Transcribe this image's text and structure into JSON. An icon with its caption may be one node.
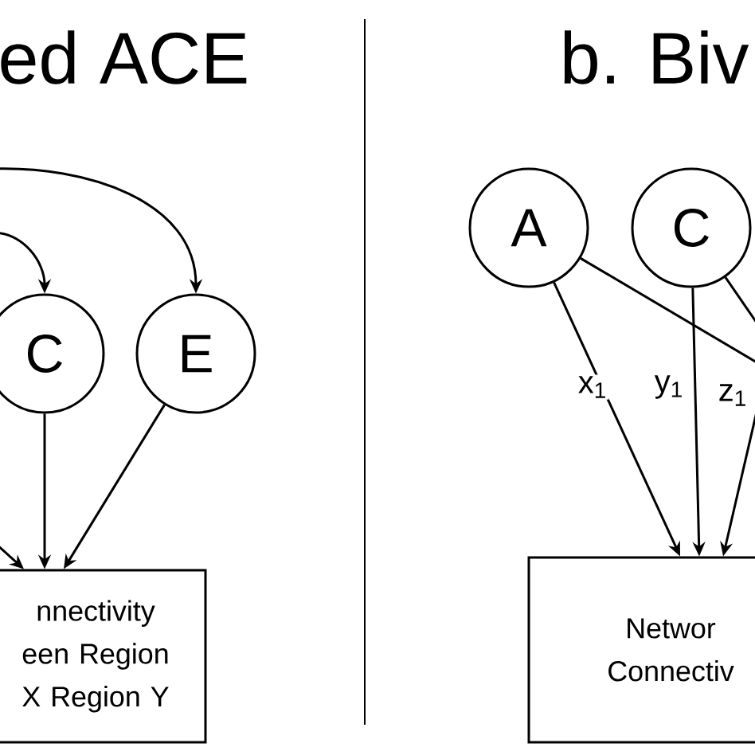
{
  "diagram": {
    "nodes": [
      {
        "text": [
          "C"
        ]
      },
      {
        "text": [
          "E"
        ]
      },
      {
        "text": [
          "nnectivity een Region X Region Y"
        ]
      },
      {
        "text": [
          "A"
        ]
      },
      {
        "text": [
          "C"
        ]
      },
      {
        "text": [
          "Networ Connectiv"
        ]
      }
    ],
    "edges": [
      {
        "from": null,
        "to": 0,
        "arrow": "to"
      },
      {
        "from": null,
        "to": 1,
        "arrow": "to"
      },
      {
        "from": null,
        "to": 2,
        "arrow": "to"
      },
      {
        "from": 0,
        "to": 2,
        "arrow": "to"
      },
      {
        "from": 1,
        "to": 2,
        "arrow": "to"
      },
      {
        "from": 3,
        "to": 5,
        "arrow": "to",
        "label": "x$_{1}$"
      },
      {
        "from": 4,
        "to": 5,
        "arrow": "to",
        "label": "y$_{1}$"
      },
      {
        "from": null,
        "to": 5,
        "arrow": "to",
        "label": "z$_{1}$"
      },
      {
        "from": 3,
        "to": null,
        "arrow": "none"
      },
      {
        "from": 4,
        "to": null,
        "arrow": "none"
      }
    ],
    "labels": [
      "ed ACE",
      "b. Biv"
    ]
  }
}
